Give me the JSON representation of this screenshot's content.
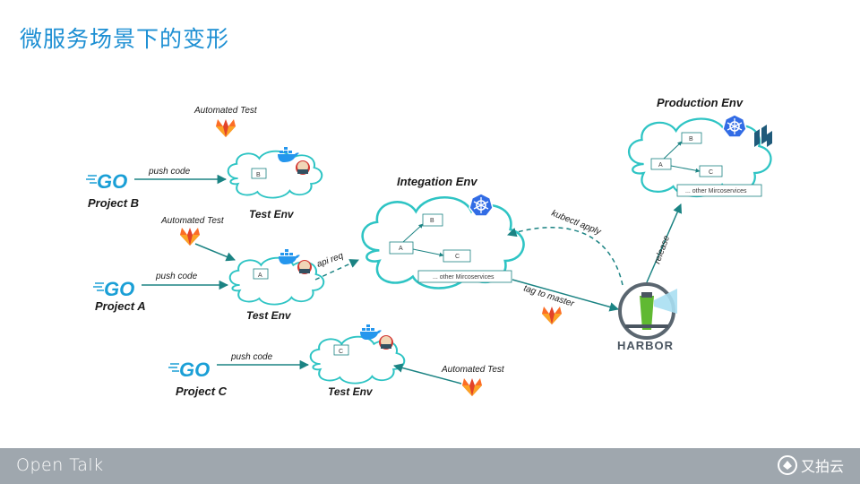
{
  "title": "微服务场景下的变形",
  "footer": {
    "left": "Open Talk",
    "right": "又拍云"
  },
  "projects": {
    "b": {
      "logo": "GO",
      "label": "Project B",
      "action": "push code"
    },
    "a": {
      "logo": "GO",
      "label": "Project A",
      "action": "push code"
    },
    "c": {
      "logo": "GO",
      "label": "Project C",
      "action": "push code"
    }
  },
  "test_envs": {
    "b": {
      "label": "Test Env",
      "service": "B",
      "automated": "Automated Test"
    },
    "a": {
      "label": "Test Env",
      "service": "A",
      "automated": "Automated Test"
    },
    "c": {
      "label": "Test Env",
      "service": "C",
      "automated": "Automated Test"
    }
  },
  "integration": {
    "label": "Integation Env",
    "services": [
      "B",
      "A",
      "C"
    ],
    "others": "... other Mircoservices",
    "api_req": "api req"
  },
  "production": {
    "label": "Production Env",
    "services": [
      "B",
      "A",
      "C"
    ],
    "others": "... other Mircoservices"
  },
  "harbor": {
    "label": "HARBOR",
    "tag_to_master": "tag to master",
    "kubectl_apply": "kubectl apply",
    "release": "release"
  },
  "colors": {
    "flow": "#1b8383",
    "accent": "#1d8fd3",
    "go": "#1a9fd6",
    "k8s": "#326ce5",
    "gitlab": "#e24329"
  },
  "icons": [
    "gitlab-icon",
    "docker-icon",
    "jenkins-icon",
    "kubernetes-icon",
    "go-logo",
    "harbor-logo"
  ]
}
